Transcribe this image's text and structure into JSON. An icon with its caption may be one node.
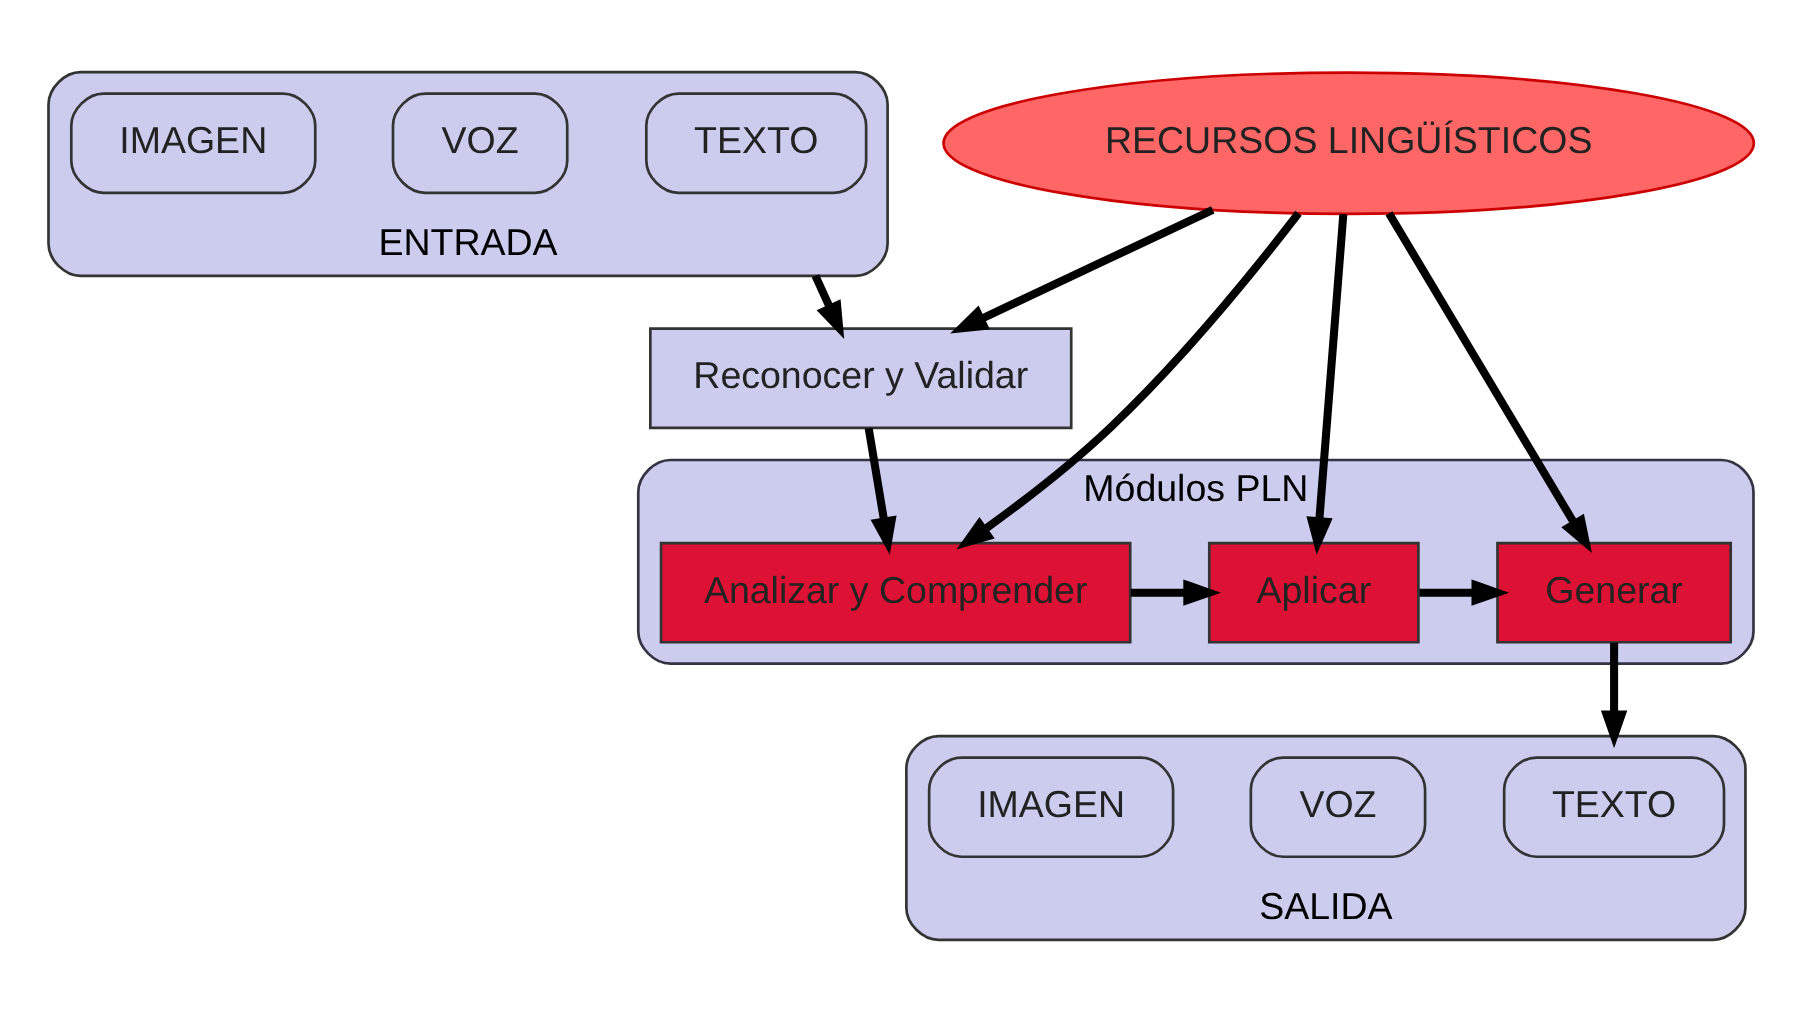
{
  "diagram": {
    "nodes": [
      {
        "text": [
          "ENTRADA"
        ]
      },
      {
        "text": [
          "TEXTO"
        ],
        "in": 0
      },
      {
        "text": [
          "VOZ"
        ],
        "in": 0
      },
      {
        "text": [
          "IMAGEN"
        ],
        "in": 0
      },
      {
        "text": [
          "RECURSOS LINGÜÍSTICOS"
        ]
      },
      {
        "text": [
          "Reconocer y Validar"
        ]
      },
      {
        "text": [
          "Módulos PLN"
        ]
      },
      {
        "text": [
          "Analizar y Comprender"
        ],
        "in": 6
      },
      {
        "text": [
          "Aplicar"
        ],
        "in": 6
      },
      {
        "text": [
          "Generar"
        ],
        "in": 6
      },
      {
        "text": [
          "SALIDA"
        ]
      },
      {
        "text": [
          "TEXTO"
        ],
        "in": 10
      },
      {
        "text": [
          "VOZ"
        ],
        "in": 10
      },
      {
        "text": [
          "IMAGEN"
        ],
        "in": 10
      }
    ],
    "edges": [
      {
        "from": 0,
        "to": 5,
        "arrow": "to"
      },
      {
        "from": 4,
        "to": 5,
        "arrow": "to"
      },
      {
        "from": 4,
        "to": 7,
        "arrow": "to"
      },
      {
        "from": 4,
        "to": 8,
        "arrow": "to"
      },
      {
        "from": 4,
        "to": 9,
        "arrow": "to"
      },
      {
        "from": 5,
        "to": 7,
        "arrow": "to"
      },
      {
        "from": 7,
        "to": 8,
        "arrow": "to"
      },
      {
        "from": 8,
        "to": 9,
        "arrow": "to"
      },
      {
        "from": 9,
        "to": 10,
        "arrow": "to"
      }
    ]
  }
}
